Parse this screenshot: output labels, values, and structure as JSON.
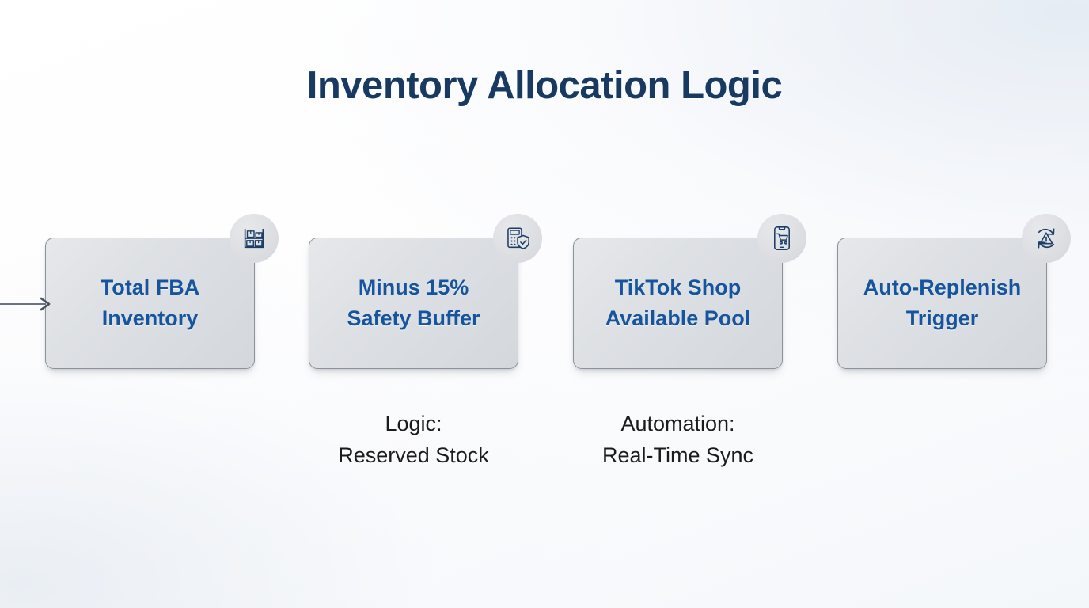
{
  "page": {
    "title": "Inventory Allocation Logic",
    "title_color": "#183a60",
    "node_text_color": "#16559d",
    "caption_color": "#1b1b1b",
    "card_border_color": "#8b929c",
    "card_fill_color": "#dcdfe3",
    "badge_fill_color": "#dcdee2",
    "arrow_color": "#6b7280",
    "background_color": "#ffffff"
  },
  "flow": {
    "nodes": [
      {
        "id": "total-fba-inventory",
        "label": "Total FBA\nInventory",
        "icon": "warehouse-shelf-boxes-icon"
      },
      {
        "id": "minus-safety-buffer",
        "label": "Minus 15%\nSafety Buffer",
        "icon": "calculator-shield-check-icon"
      },
      {
        "id": "tiktok-shop-available-pool",
        "label": "TikTok Shop\nAvailable Pool",
        "icon": "mobile-shopping-cart-icon"
      },
      {
        "id": "auto-replenish-trigger",
        "label": "Auto-Replenish\nTrigger",
        "icon": "refresh-warning-icon"
      }
    ],
    "connectors": [
      {
        "id": "arrow-1",
        "icon": "arrow-right-icon"
      },
      {
        "id": "arrow-2",
        "icon": "arrow-right-icon"
      },
      {
        "id": "arrow-3",
        "icon": "arrow-right-icon"
      }
    ],
    "captions": [
      {
        "id": "logic-caption",
        "text": "Logic:\nReserved Stock"
      },
      {
        "id": "automation-caption",
        "text": "Automation:\nReal-Time Sync"
      }
    ]
  }
}
